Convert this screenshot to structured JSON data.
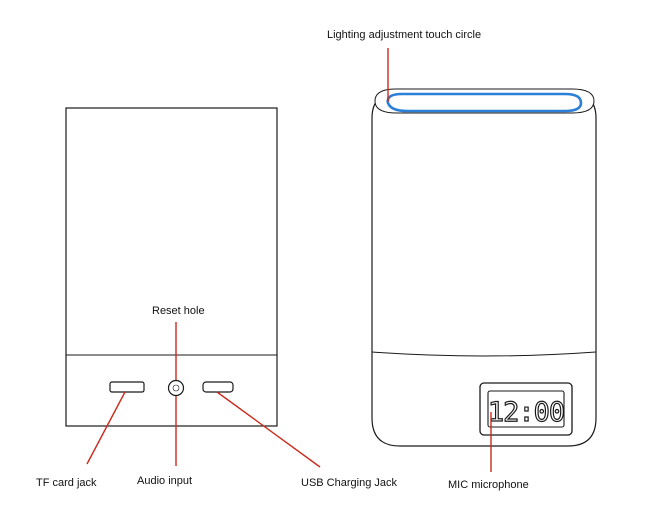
{
  "labels": {
    "touch_circle": "Lighting adjustment touch circle",
    "reset_hole": "Reset hole",
    "tf_card": "TF card jack",
    "audio_input": "Audio input",
    "usb_charging": "USB Charging Jack",
    "mic": "MIC microphone"
  },
  "clock": {
    "display": "12:00"
  },
  "colors": {
    "outline": "#1a1a1a",
    "leader_line": "#cc2a1c",
    "touch_ring": "#2a7fd6"
  }
}
